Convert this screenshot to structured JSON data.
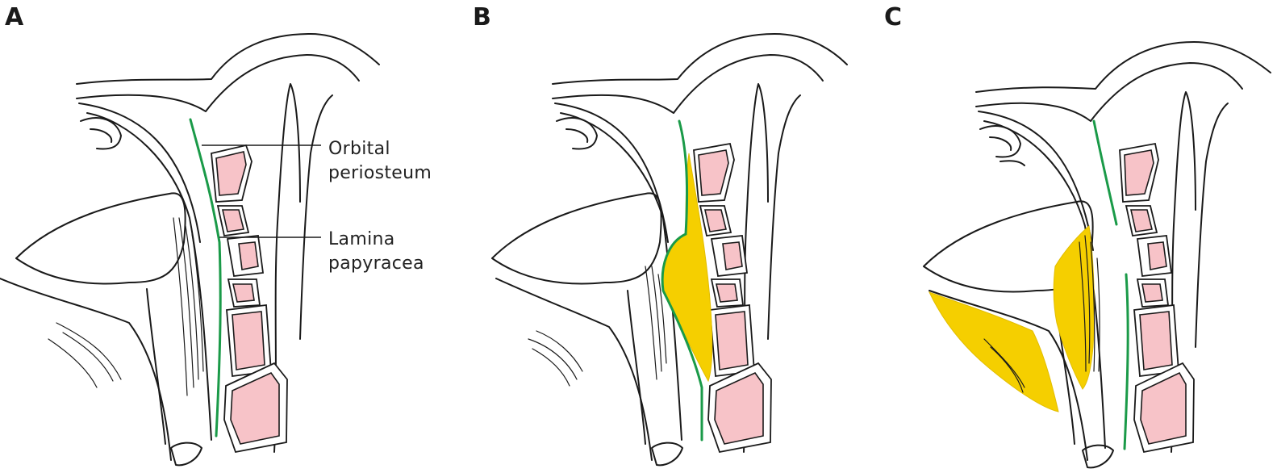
{
  "panels": [
    {
      "letter": "A",
      "annotation_1": [
        "Orbital",
        "periosteum"
      ],
      "annotation_2": [
        "Lamina",
        "papyracea"
      ]
    },
    {
      "letter": "B"
    },
    {
      "letter": "C"
    }
  ],
  "colors": {
    "periosteum": "#1a9a48",
    "ethmoid_air_cells": "#f7c3c8",
    "abscess": "#f5cf00",
    "outline": "#1a1a1a"
  }
}
